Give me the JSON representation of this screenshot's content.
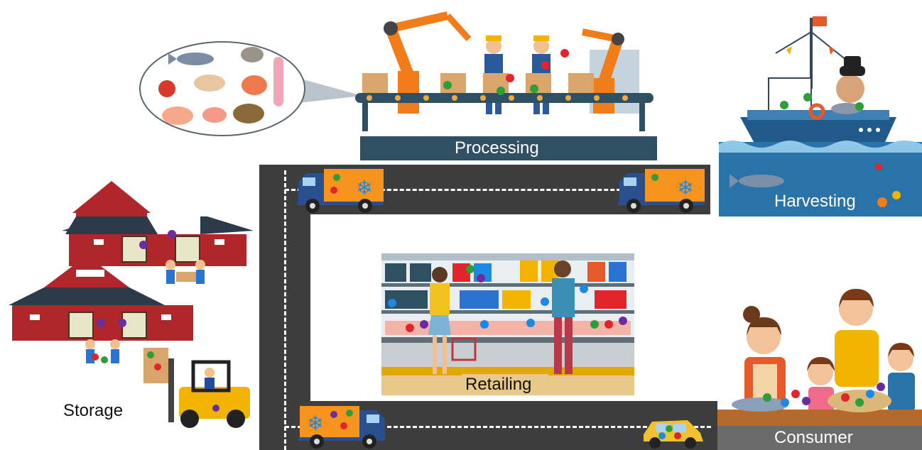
{
  "stages": {
    "processing": "Processing",
    "harvesting": "Harvesting",
    "retailing": "Retailing",
    "storage": "Storage",
    "consumer": "Consumer"
  },
  "colors": {
    "road": "#3d3d3d",
    "label_bar": "#2f4f63",
    "truck_cargo": "#f7941d",
    "truck_cab": "#2a4f8f",
    "barn": "#b0262a",
    "pathogen_green": "#2e9e3a",
    "pathogen_red": "#e0262a",
    "pathogen_purple": "#6a2d9e",
    "snowflake": "#1e88e5"
  },
  "icons": [
    "seafood-bubble",
    "robot-arm",
    "worker",
    "conveyor-belt",
    "fishing-boat",
    "truck",
    "barn",
    "forklift",
    "store-shelves",
    "shopper",
    "family",
    "car",
    "snowflake-icon",
    "pathogen-icon"
  ]
}
